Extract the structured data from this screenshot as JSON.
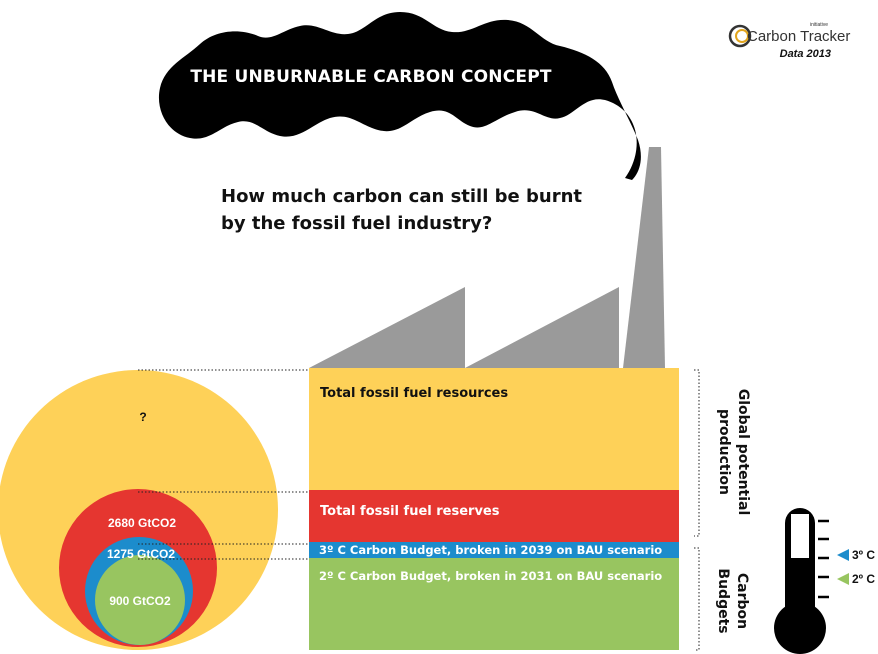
{
  "title": "THE UNBURNABLE CARBON CONCEPT",
  "question": {
    "line1": "How much carbon can still be burnt",
    "line2": "by the fossil fuel industry?"
  },
  "logo": {
    "name": "Carbon Tracker",
    "tagline": "initiative",
    "data_year": "Data 2013"
  },
  "bands": {
    "resources": "Total fossil fuel resources",
    "reserves": "Total fossil fuel reserves",
    "budget_3c": "3º C Carbon Budget, broken in 2039 on BAU scenario",
    "budget_2c": "2º C Carbon Budget, broken in 2031 on BAU scenario"
  },
  "circles": {
    "resources": "?",
    "reserves": "2680 GtCO2",
    "budget_3c": "1275 GtCO2",
    "budget_2c": "900 GtCO2"
  },
  "side_labels": {
    "global_line1": "Global potential",
    "global_line2": "production",
    "budgets_line1": "Carbon",
    "budgets_line2": "Budgets"
  },
  "thermometer": {
    "mark_3c": "3º C",
    "mark_2c": "2º C"
  },
  "colors": {
    "resources": "#fed158",
    "reserves": "#e53630",
    "budget_3c": "#1c8ccc",
    "budget_2c": "#98c560",
    "smoke": "#000000",
    "factory_roof": "#9a9a9a"
  }
}
